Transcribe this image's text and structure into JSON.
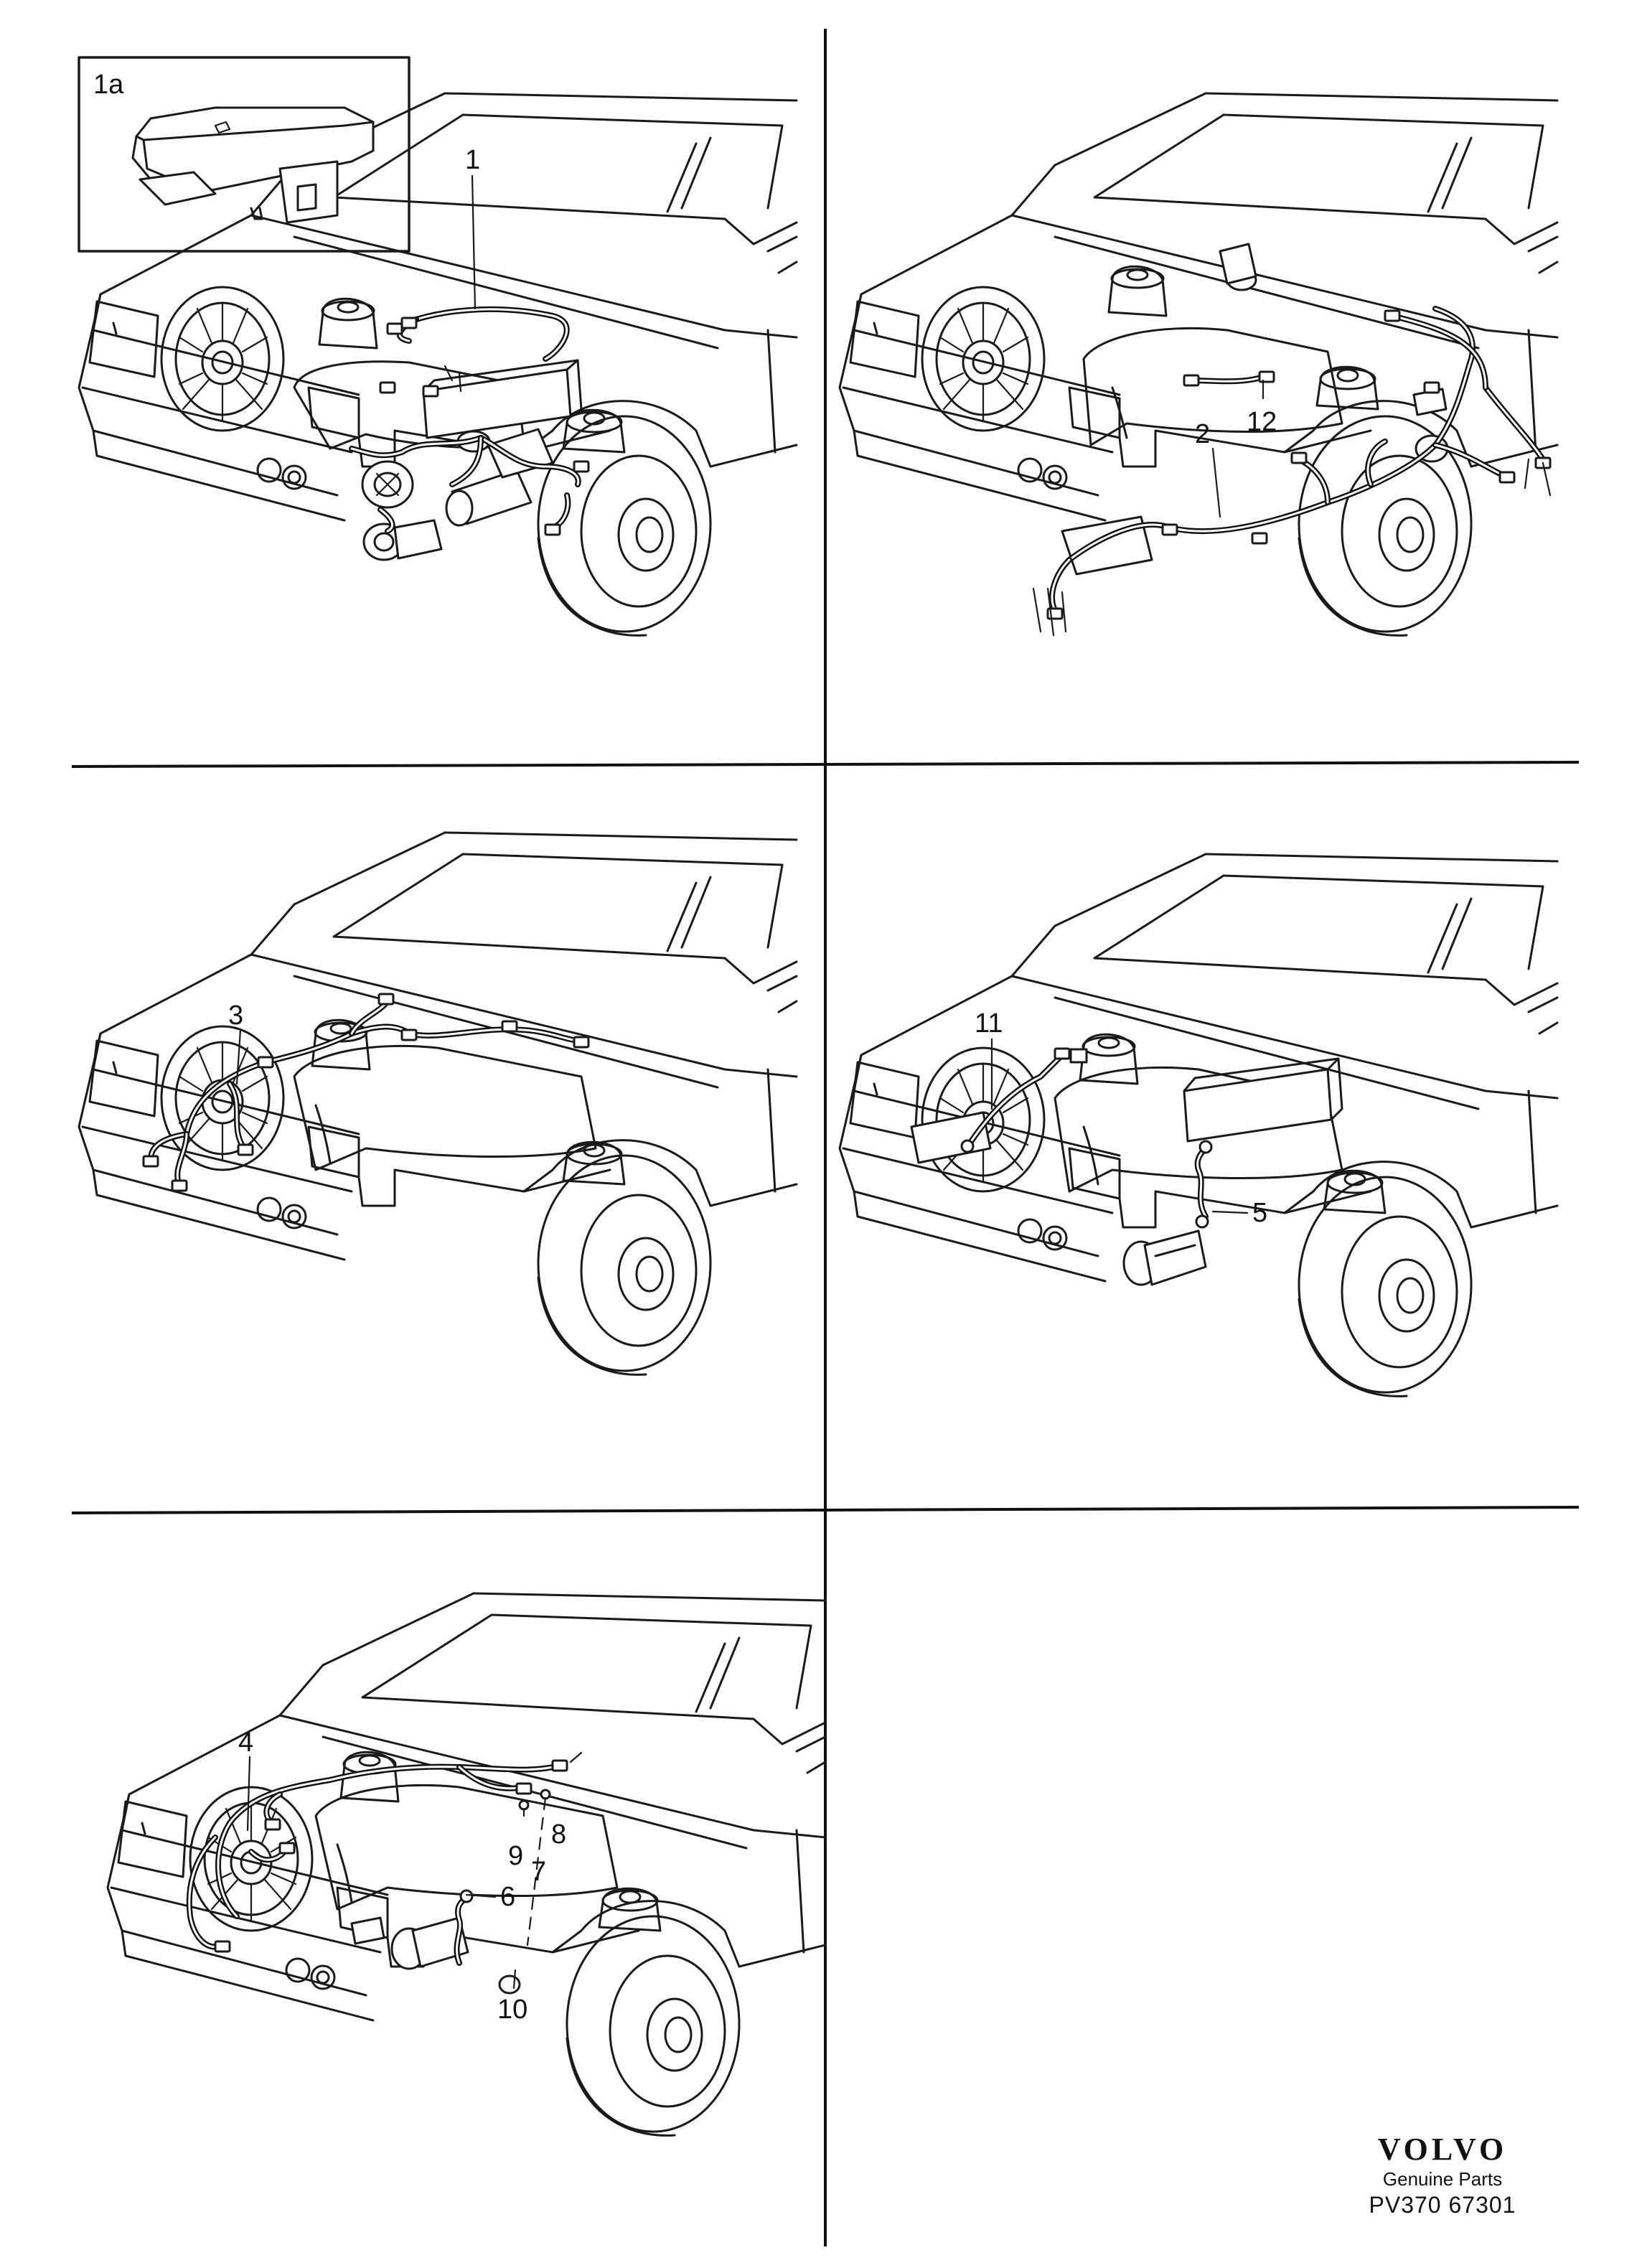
{
  "panels": [
    {
      "id": "p1",
      "callouts": [
        {
          "label": "1"
        }
      ],
      "inset_label": "1a"
    },
    {
      "id": "p2",
      "callouts": [
        {
          "label": "2"
        },
        {
          "label": "12"
        }
      ]
    },
    {
      "id": "p3",
      "callouts": [
        {
          "label": "3"
        }
      ]
    },
    {
      "id": "p4",
      "callouts": [
        {
          "label": "11"
        },
        {
          "label": "5"
        }
      ]
    },
    {
      "id": "p5",
      "callouts": [
        {
          "label": "4"
        },
        {
          "label": "6"
        },
        {
          "label": "7"
        },
        {
          "label": "8"
        },
        {
          "label": "9"
        },
        {
          "label": "10"
        }
      ]
    }
  ],
  "footer": {
    "brand": "VOLVO",
    "subtitle": "Genuine Parts",
    "code": "PV370 67301"
  },
  "colors": {
    "ink": "#111111",
    "paper": "#ffffff"
  }
}
